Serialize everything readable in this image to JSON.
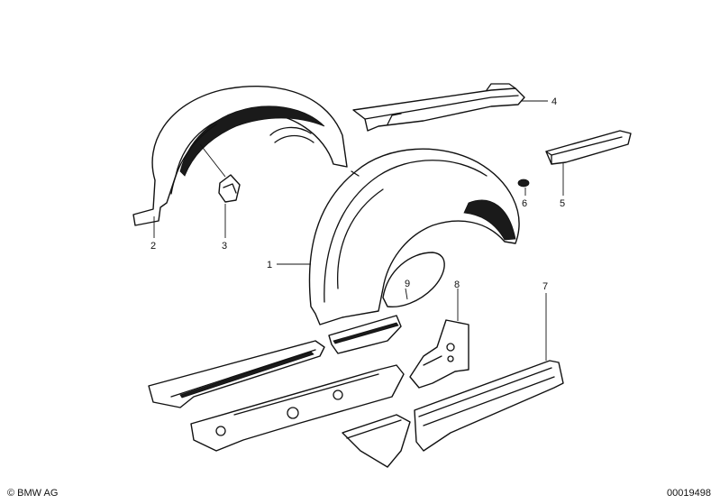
{
  "callouts": [
    {
      "id": "1",
      "label": "1"
    },
    {
      "id": "2",
      "label": "2"
    },
    {
      "id": "3",
      "label": "3"
    },
    {
      "id": "4",
      "label": "4"
    },
    {
      "id": "5",
      "label": "5"
    },
    {
      "id": "6",
      "label": "6"
    },
    {
      "id": "7",
      "label": "7"
    },
    {
      "id": "8",
      "label": "8"
    },
    {
      "id": "9",
      "label": "9"
    }
  ],
  "footer": {
    "copyright": "© BMW AG",
    "image_number": "00019498"
  },
  "colors": {
    "ink": "#111111",
    "background": "#ffffff"
  }
}
